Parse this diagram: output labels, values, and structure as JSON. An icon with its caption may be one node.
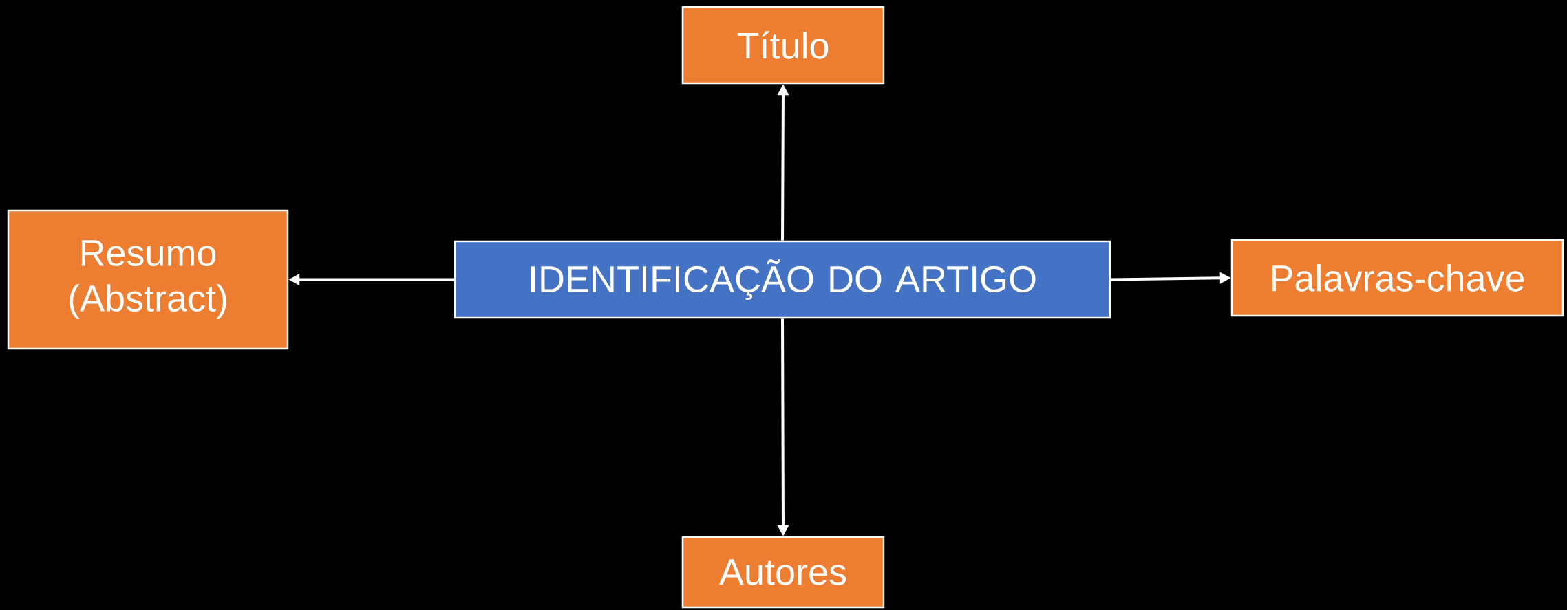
{
  "diagram": {
    "nodes": [
      {
        "text": [
          "Título"
        ]
      },
      {
        "text": [
          "Resumo (Abstract)"
        ]
      },
      {
        "text": [
          "IDENTIFICAÇÃO DO ARTIGO"
        ]
      },
      {
        "text": [
          "Palavras-chave"
        ]
      },
      {
        "text": [
          "Autores"
        ]
      }
    ],
    "edges": [
      {
        "from": 2,
        "to": 0,
        "arrow": "to"
      },
      {
        "from": 2,
        "to": 1,
        "arrow": "to"
      },
      {
        "from": 2,
        "to": 3,
        "arrow": "to"
      },
      {
        "from": 2,
        "to": 4,
        "arrow": "to"
      }
    ]
  }
}
